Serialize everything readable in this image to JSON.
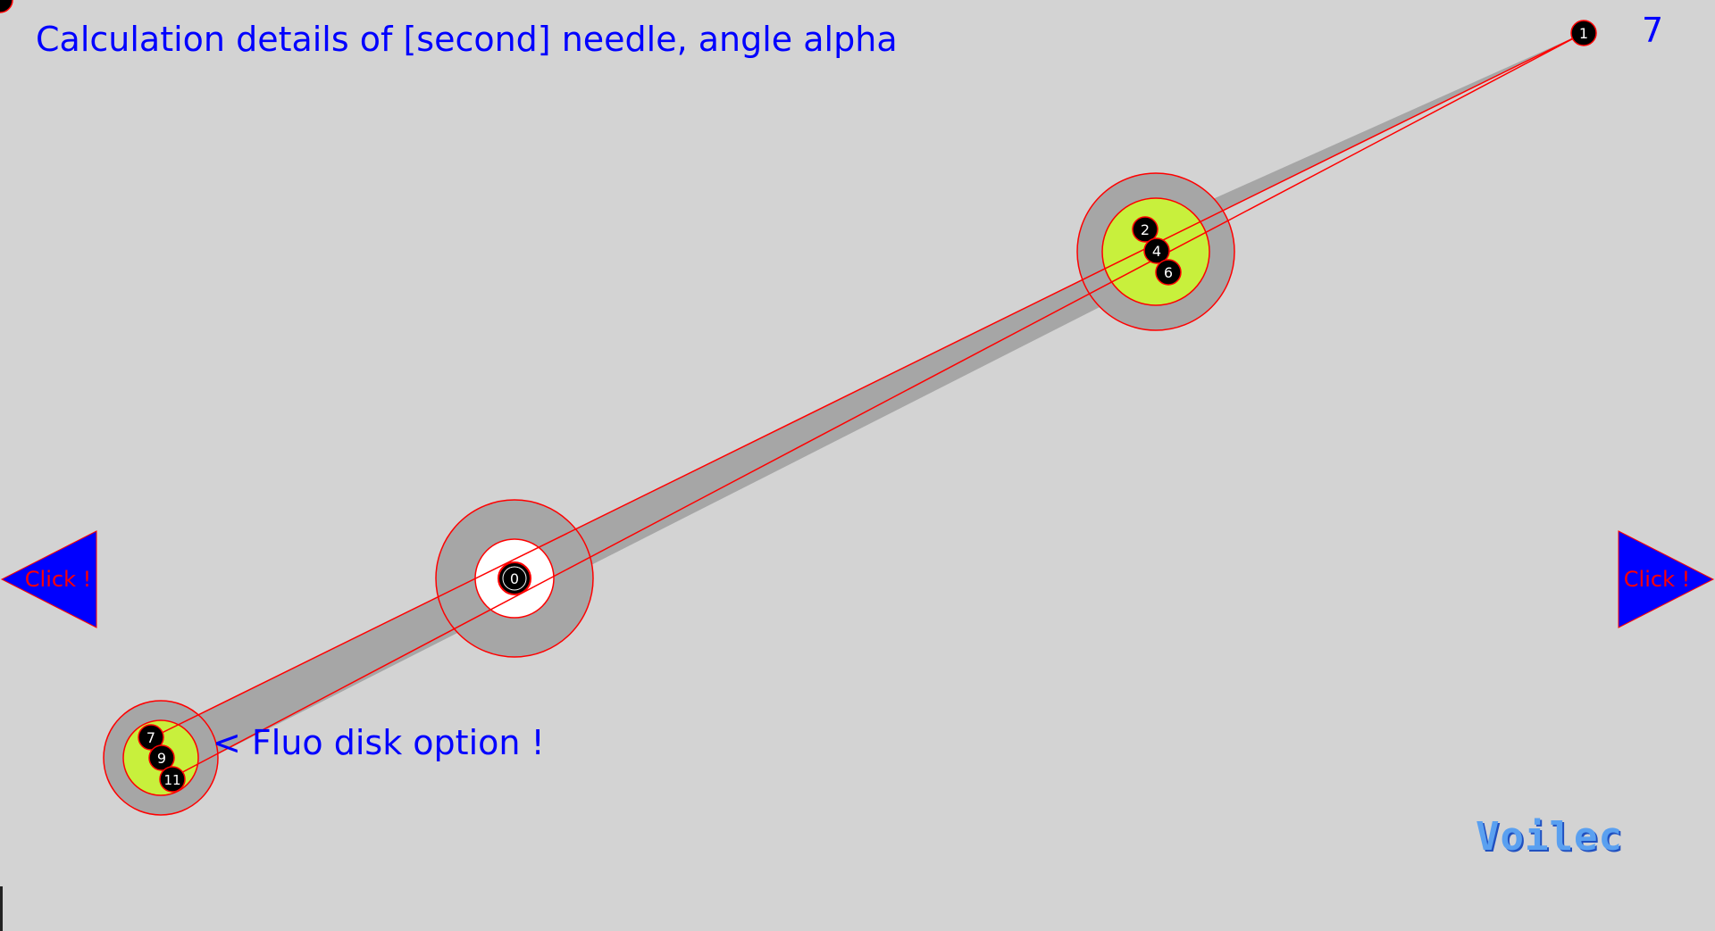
{
  "title": "Calculation details of [second] needle, angle alpha",
  "page_number": "7",
  "fluo_note": "< Fluo disk option !",
  "logo_text": "Voilec",
  "nav": {
    "prev_label": "Click !",
    "next_label": "Click !"
  },
  "markers": {
    "m0": "0",
    "m1": "1",
    "m2": "2",
    "m4": "4",
    "m6": "6",
    "m7": "7",
    "m9": "9",
    "m11": "11"
  },
  "colors": {
    "background": "#d3d3d3",
    "needle": "#a6a6a6",
    "outline": "#ff0000",
    "fluo_disk": "#c8f03c",
    "center_disk": "#ffffff",
    "marker": "#000000",
    "text": "#0000ff",
    "nav_arrow": "#0000ff",
    "nav_text": "#ff0000",
    "logo": "#5aa0f0"
  }
}
